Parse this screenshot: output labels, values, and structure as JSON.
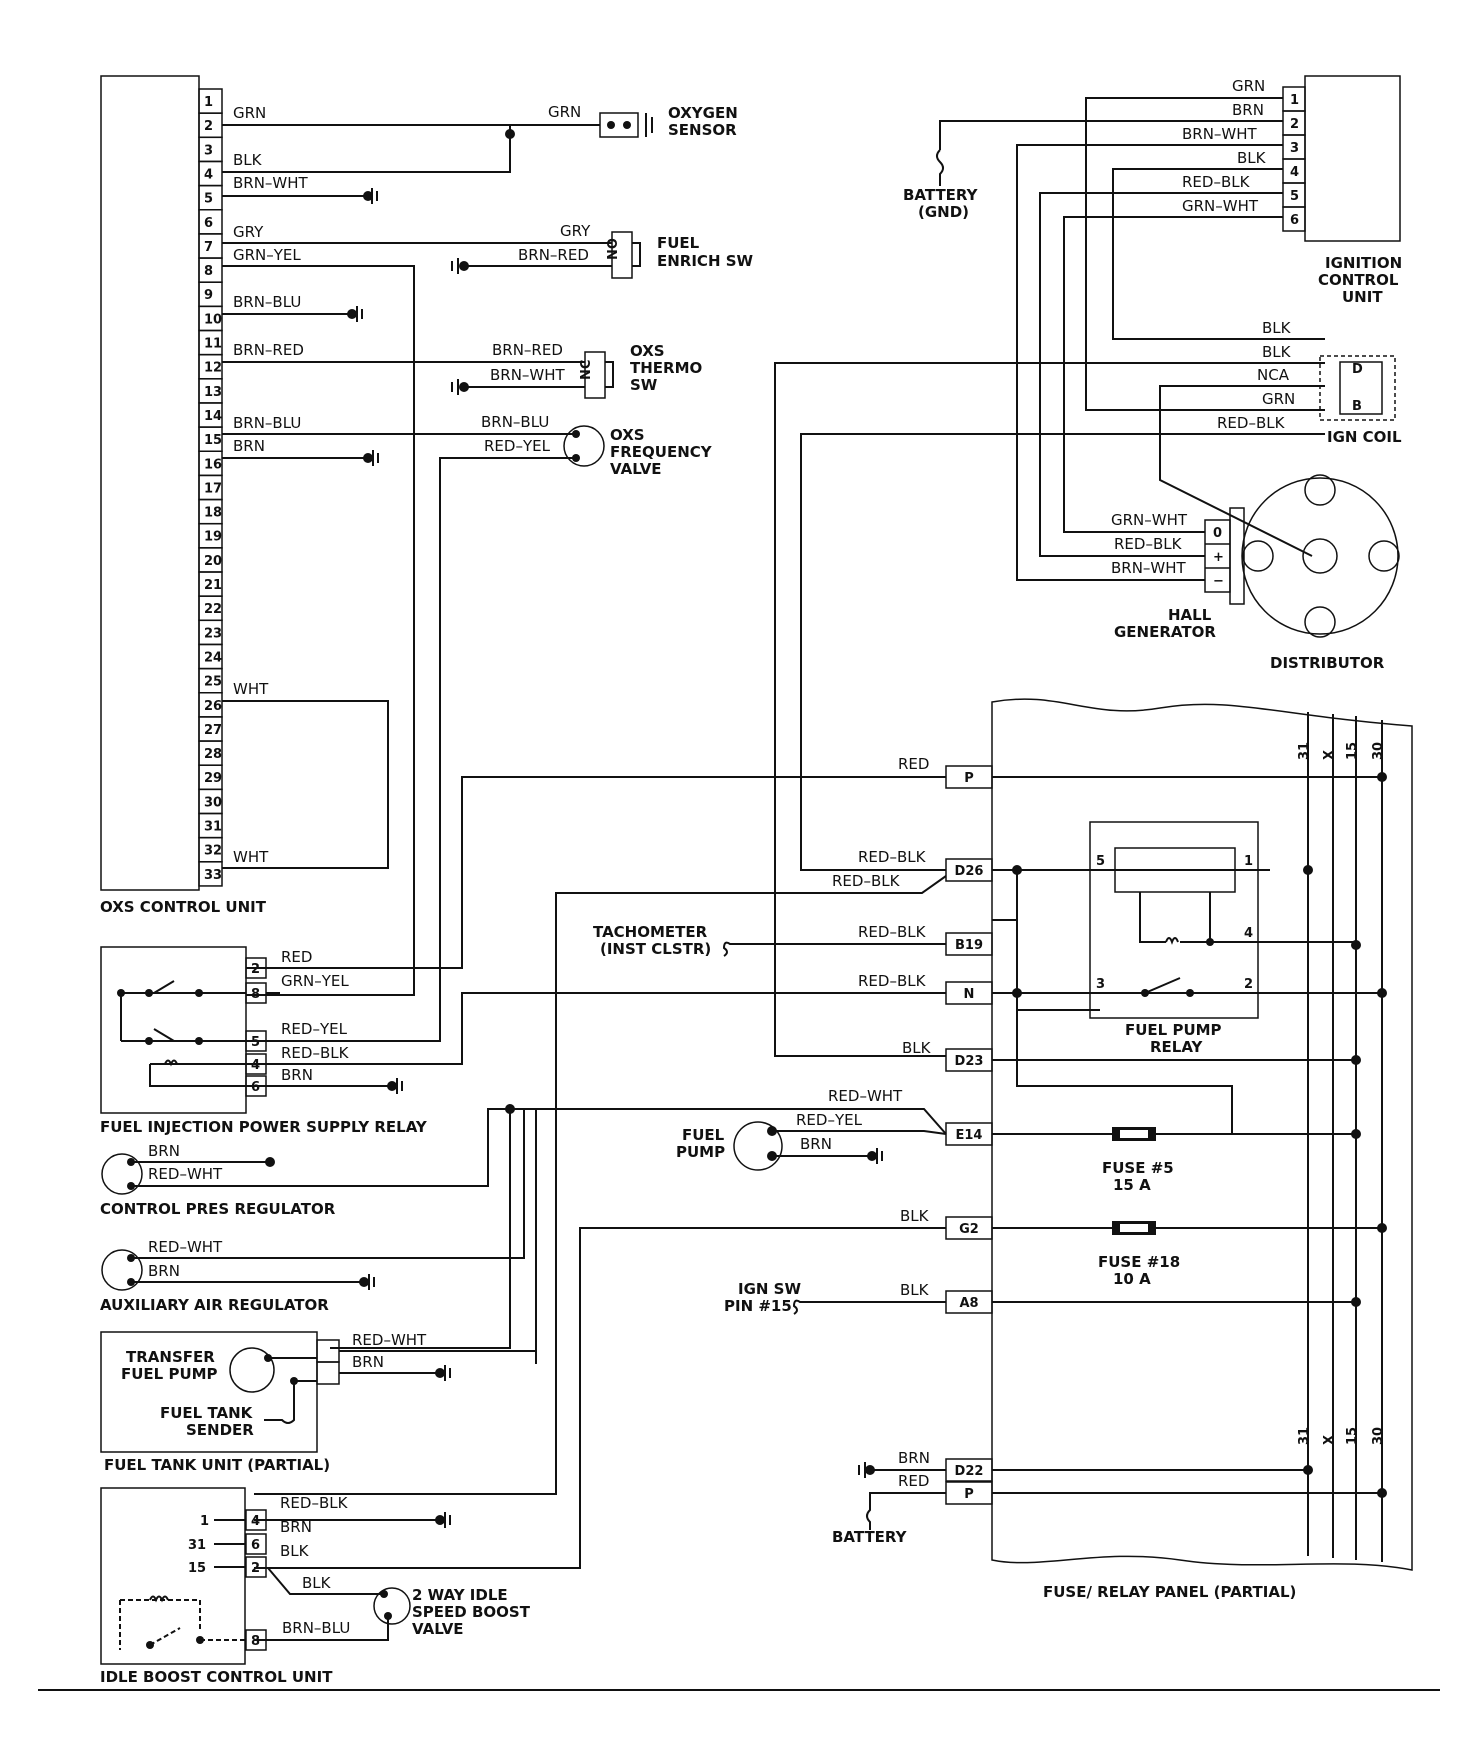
{
  "components": {
    "oxs_control_unit": "OXS CONTROL UNIT",
    "oxygen_sensor": [
      "OXYGEN",
      "SENSOR"
    ],
    "fuel_enrich_sw": [
      "FUEL",
      "ENRICH SW"
    ],
    "oxs_thermo_sw": [
      "OXS",
      "THERMO",
      "SW"
    ],
    "oxs_frequency_valve": [
      "OXS",
      "FREQUENCY",
      "VALVE"
    ],
    "battery_gnd": [
      "BATTERY",
      "(GND)"
    ],
    "ignition_control_unit": [
      "IGNITION",
      "CONTROL",
      "UNIT"
    ],
    "ign_coil": "IGN COIL",
    "hall_generator": [
      "HALL",
      "GENERATOR"
    ],
    "distributor": "DISTRIBUTOR",
    "fuel_injection_power_supply_relay": "FUEL INJECTION POWER SUPPLY RELAY",
    "control_pres_regulator": "CONTROL PRES REGULATOR",
    "auxiliary_air_regulator": "AUXILIARY AIR REGULATOR",
    "transfer_fuel_pump": [
      "TRANSFER",
      "FUEL PUMP"
    ],
    "fuel_tank_sender": [
      "FUEL TANK",
      "SENDER"
    ],
    "fuel_tank_unit": "FUEL TANK UNIT (PARTIAL)",
    "idle_boost_control_unit": "IDLE BOOST CONTROL UNIT",
    "two_way_idle_valve": [
      "2 WAY IDLE",
      "SPEED BOOST",
      "VALVE"
    ],
    "tachometer": [
      "TACHOMETER",
      "(INST CLSTR)"
    ],
    "fuel_pump": [
      "FUEL",
      "PUMP"
    ],
    "ign_sw": [
      "IGN SW",
      "PIN #15"
    ],
    "battery": "BATTERY",
    "fuel_pump_relay": [
      "FUEL PUMP",
      "RELAY"
    ],
    "fuse_5": [
      "FUSE #5",
      "15 A"
    ],
    "fuse_18": [
      "FUSE #18",
      "10 A"
    ],
    "fuse_relay_panel": "FUSE/ RELAY PANEL (PARTIAL)"
  },
  "oxs_pins": [
    "1",
    "2",
    "3",
    "4",
    "5",
    "6",
    "7",
    "8",
    "9",
    "10",
    "11",
    "12",
    "13",
    "14",
    "15",
    "16",
    "17",
    "18",
    "19",
    "20",
    "21",
    "22",
    "23",
    "24",
    "25",
    "26",
    "27",
    "28",
    "29",
    "30",
    "31",
    "32",
    "33"
  ],
  "icu_pins": [
    "1",
    "2",
    "3",
    "4",
    "5",
    "6"
  ],
  "coil_terminals": [
    "D",
    "B"
  ],
  "hall_terminals": [
    "0",
    "+",
    "−"
  ],
  "switch_tags": [
    "NO",
    "NC"
  ],
  "panel_terminals": [
    "P",
    "D26",
    "B19",
    "N",
    "D23",
    "E14",
    "G2",
    "A8",
    "D22",
    "P"
  ],
  "bus_labels": [
    "31",
    "X",
    "15",
    "30"
  ],
  "relay_pins": [
    "5",
    "1",
    "4",
    "3",
    "2"
  ],
  "fi_relay_pins": [
    "2",
    "8",
    "5",
    "4",
    "6"
  ],
  "idle_unit_inner": [
    "1",
    "31",
    "15"
  ],
  "idle_unit_pins": [
    "4",
    "6",
    "2",
    "8"
  ],
  "wires": {
    "oxs2_grn": "GRN",
    "oxs_grn_sensor": "GRN",
    "oxs4_blk": "BLK",
    "oxs5_brnwht": "BRN–WHT",
    "oxs7_gry": "GRY",
    "oxs8_grnyel": "GRN–YEL",
    "enrich_gry": "GRY",
    "enrich_brnred": "BRN–RED",
    "oxs10_brnblu": "BRN–BLU",
    "oxs12_brnred": "BRN–RED",
    "thermo_brnred": "BRN–RED",
    "thermo_brnwht": "BRN–WHT",
    "oxs15_brnblu": "BRN–BLU",
    "oxs16_brn": "BRN",
    "freq_brnblu": "BRN–BLU",
    "freq_redyel": "RED–YEL",
    "oxs26_wht": "WHT",
    "oxs33_wht": "WHT",
    "icu1_grn": "GRN",
    "icu2_brn": "BRN",
    "icu3_brnwht": "BRN–WHT",
    "icu4_blk": "BLK",
    "icu5_redblk": "RED–BLK",
    "icu6_grnwht": "GRN–WHT",
    "coil_blk1": "BLK",
    "coil_blk2": "BLK",
    "coil_nca": "NCA",
    "coil_grn": "GRN",
    "coil_redblk": "RED–BLK",
    "hall_grnwht": "GRN–WHT",
    "hall_redblk": "RED–BLK",
    "hall_brnwht": "BRN–WHT",
    "panel_p_red": "RED",
    "d26_redblk": "RED–BLK",
    "d26_redblk2": "RED–BLK",
    "b19_redblk": "RED–BLK",
    "n_redblk": "RED–BLK",
    "d23_blk": "BLK",
    "e14_redwht": "RED–WHT",
    "e14_redyel": "RED–YEL",
    "pump_brn": "BRN",
    "g2_blk": "BLK",
    "a8_blk": "BLK",
    "d22_brn": "BRN",
    "p_red": "RED",
    "fi_red": "RED",
    "fi_grnyel": "GRN–YEL",
    "fi_redyel": "RED–YEL",
    "fi_redblk": "RED–BLK",
    "fi_brn": "BRN",
    "cpr_brn": "BRN",
    "cpr_redwht": "RED–WHT",
    "aar_redwht": "RED–WHT",
    "aar_brn": "BRN",
    "tfp_redwht": "RED–WHT",
    "tfp_brn": "BRN",
    "ib4_redblk": "RED–BLK",
    "ib6_brn": "BRN",
    "ib2_blk": "BLK",
    "ib_blk_valve": "BLK",
    "ib8_brnblu": "BRN–BLU"
  }
}
